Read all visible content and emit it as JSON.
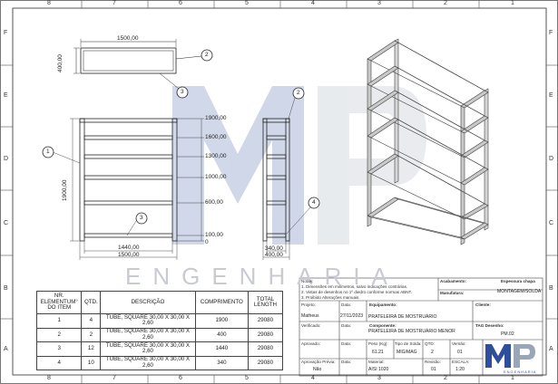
{
  "border": {
    "columns": [
      "8",
      "7",
      "6",
      "5",
      "4",
      "3",
      "2",
      "1"
    ],
    "rows": [
      "F",
      "E",
      "D",
      "C",
      "B",
      "A"
    ]
  },
  "watermark": {
    "logo": "MP",
    "text": "ENGENHARIA"
  },
  "top_view": {
    "width": "1500,00",
    "depth": "400,00",
    "balloons": [
      "2",
      "3"
    ]
  },
  "front_view": {
    "heights": [
      "1900,00",
      "1600,00",
      "1300,00",
      "1000,00",
      "600,00",
      "100,00",
      "0"
    ],
    "total_height": "1900,00",
    "inner_width": "1440,00",
    "outer_width": "1500,00",
    "balloons": [
      "1",
      "3"
    ]
  },
  "side_view": {
    "inner_depth": "340,00",
    "outer_depth": "400,00",
    "balloons": [
      "2",
      "4"
    ]
  },
  "bom": {
    "headers": [
      "NR. ELEMENTUM° DO ITEM",
      "QTD.",
      "DESCRIÇÃO",
      "COMPRIMENTO",
      "TOTAL LENGTH"
    ],
    "rows": [
      {
        "item": "1",
        "qty": "4",
        "desc": "TUBE, SQUARE 30,00 X 30,00 X 2,60",
        "length": "1900",
        "total": "29080"
      },
      {
        "item": "2",
        "qty": "2",
        "desc": "TUBE, SQUARE 30,00 X 30,00 X 2,60",
        "length": "400",
        "total": "29080"
      },
      {
        "item": "3",
        "qty": "12",
        "desc": "TUBE, SQUARE 30,00 X 30,00 X 2,60",
        "length": "1440",
        "total": "29080"
      },
      {
        "item": "4",
        "qty": "10",
        "desc": "TUBE, SQUARE 30,00 X 30,00 X 2,60",
        "length": "340",
        "total": "29080"
      }
    ]
  },
  "title_block": {
    "notes_title": "Notas:",
    "notes": [
      "1. Dimensões em milímetros, salvo indicações contrárias.",
      "2. Vistas de desenhos no 1º diedro conforme normas ABNT.",
      "3. Proibido Alterações manuais."
    ],
    "acabamento_label": "Acabamento:",
    "espessura_label": "Espessura chapa",
    "manufatura_label": "Manufatura:",
    "manufatura_value": "MONTAGEM/SOLDA",
    "projeto_label": "Projeto:",
    "projeto_value": "Matheus",
    "data_label": "Data:",
    "data_value": "27/11/2023",
    "equipamento_label": "Equipamento:",
    "equipamento_value": "PRATELEIRA DE MOSTRUÁRIO",
    "cliente_label": "Cliente:",
    "verificado_label": "Verificado:",
    "componente_label": "Componente:",
    "componente_value": "PRATELEIRA DE MOSTRUÁRIO MENOR",
    "tag_label": "TAG Desenho:",
    "tag_value": "PM.02",
    "aprovado_label": "Aprovado:",
    "peso_label": "Peso (Kg):",
    "peso_value": "61.21",
    "tipo_solda_label": "Tipo de Solda:",
    "tipo_solda_value": "MIG/MAG",
    "qtd_label": "QTD:",
    "qtd_value": "2",
    "versao_label": "Versão:",
    "versao_value": "01",
    "aprovacao_label": "Aprovação Prévia:",
    "aprovacao_value": "Não",
    "material_label": "Material:",
    "material_value": "AISI 1020",
    "revisao_label": "Revisão:",
    "revisao_value": "01",
    "escala_label": "ESCALA:",
    "escala_value": "1:20",
    "logo_text": "MP",
    "logo_sub": "ENGENHARIA"
  }
}
